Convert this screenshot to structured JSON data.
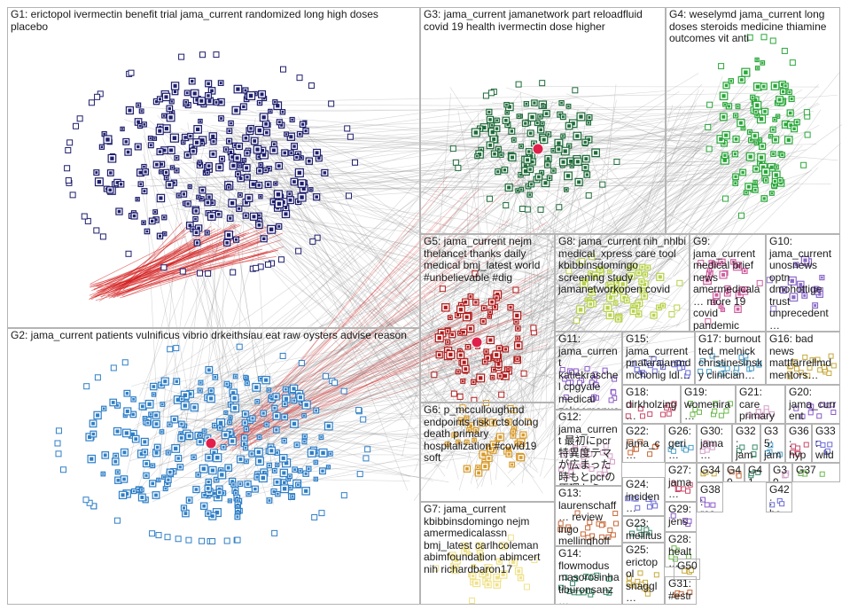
{
  "groups": [
    {
      "id": "G1",
      "label": "G1: erictopol ivermectin benefit trial jama_current randomized long high doses placebo"
    },
    {
      "id": "G2",
      "label": "G2: jama_current patients vulnificus vibrio drkeithsiau eat raw oysters advise reason"
    },
    {
      "id": "G3",
      "label": "G3: jama_current jamanetwork part reloadfluid covid 19 health ivermectin dose higher"
    },
    {
      "id": "G4",
      "label": "G4: weselymd jama_current long doses steroids medicine thiamine outcomes vit anti"
    },
    {
      "id": "G5",
      "label": "G5: jama_current nejm thelancet thanks daily medical bmj_latest world #unbelievable #dig"
    },
    {
      "id": "G6",
      "label": "G6: p_mcculloughmd endpoints risk rcts doing death primary hospitalization #covid19 soft"
    },
    {
      "id": "G7",
      "label": "G7: jama_current kbibbinsdomingo nejm amermedicalassn bmj_latest carlhcoleman abimfoundation abimcert nih richardbaron17"
    },
    {
      "id": "G8",
      "label": "G8: jama_current nih_nhlbi medical_xpress care tool kbibbinsdomingo screening study jamanetworkopen covid"
    },
    {
      "id": "G9",
      "label": "G9: jama_current medical brief news amermedicala… more 19 covid pandemic jama"
    },
    {
      "id": "G10",
      "label": "G10: jama_current unosnews optn dmohottige trust unprecedent…"
    },
    {
      "id": "G11",
      "label": "G11: jama_current katiekraschel cpgyale medical zekeemanue…"
    },
    {
      "id": "G12",
      "label": "G12: jama_current 最初にpcr特異度テマが広まった時もとpcrの原理から"
    },
    {
      "id": "G13",
      "label": "G13: laurenschaff… review ingo mellinghoff jama_curren…"
    },
    {
      "id": "G14",
      "label": "G14: flowmodus masorosinha tiburonsanz…"
    },
    {
      "id": "G15",
      "label": "G15: jama_current pnatarajanmd mchonig ldl…"
    },
    {
      "id": "G16",
      "label": "G16: bad news mattfarrellmd mentors…"
    },
    {
      "id": "G17",
      "label": "G17: burnout ted_melnick christinesinsky clinician…"
    },
    {
      "id": "G18",
      "label": "G18: dirkholzing… #longcovid…"
    },
    {
      "id": "G19",
      "label": "G19: womenira… jama_curr…"
    },
    {
      "id": "G20",
      "label": "G20: jama_current emcahan…"
    },
    {
      "id": "G21",
      "label": "G21: care primary jama_curr…"
    },
    {
      "id": "G22",
      "label": "G22: jama_c… risk…"
    },
    {
      "id": "G23",
      "label": "G23: mellitus año…"
    },
    {
      "id": "G24",
      "label": "G24: inciden… #globl…"
    },
    {
      "id": "G25",
      "label": "G25: erictopol snaggl…"
    },
    {
      "id": "G26",
      "label": "G26: geri… berwi…"
    },
    {
      "id": "G27",
      "label": "G27: jama… some…"
    },
    {
      "id": "G28",
      "label": "G28: healt…"
    },
    {
      "id": "G29",
      "label": "G29: jens…"
    },
    {
      "id": "G30",
      "label": "G30: jama… res…"
    },
    {
      "id": "G31",
      "label": "G31: #estr…"
    },
    {
      "id": "G32",
      "label": "G32: jam… as…"
    },
    {
      "id": "G33",
      "label": "G33: wild…"
    },
    {
      "id": "G34",
      "label": "G34"
    },
    {
      "id": "G35",
      "label": "G35: jam…"
    },
    {
      "id": "G36",
      "label": "G36: hyp…"
    },
    {
      "id": "G37",
      "label": "G37"
    },
    {
      "id": "G38",
      "label": "G38: res… "
    },
    {
      "id": "G39",
      "label": "G39"
    },
    {
      "id": "G40",
      "label": "G40"
    },
    {
      "id": "G41",
      "label": "G41"
    },
    {
      "id": "G42",
      "label": "G42: he… dis… my…"
    },
    {
      "id": "G50",
      "label": "G50"
    }
  ],
  "colors": {
    "G1": "#1f1f6e",
    "G2": "#2f7fc7",
    "G3": "#1f6b3a",
    "G4": "#2aa83a",
    "G5": "#b01c1c",
    "G6": "#d89a2a",
    "G7": "#f0e28a",
    "G8": "#b7d24a",
    "G9": "#d060a0",
    "G10": "#8a6ac8",
    "edge": "#8c8c8c",
    "hub": "#e0204a",
    "edge_red": "#d42020"
  }
}
